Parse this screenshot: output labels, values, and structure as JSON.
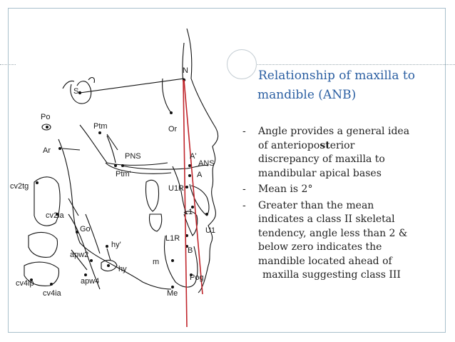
{
  "slide": {
    "title_line1": "Relationship of maxilla to",
    "title_line2": "mandible (ANB)",
    "bullets": [
      {
        "dash": "-",
        "lines": [
          "Angle provides a general idea",
          "of anteriopo",
          "st",
          "erior",
          "discrepancy of maxilla to",
          "mandibular apical bases"
        ]
      },
      {
        "dash": "-",
        "lines": [
          "Mean is 2°"
        ]
      },
      {
        "dash": "-",
        "lines": [
          "Greater than the mean",
          "indicates a class II skeletal",
          "tendency, angle less than 2 &",
          "below zero indicates the",
          "mandible located ahead of"
        ]
      }
    ],
    "final_line": "maxilla suggesting class III"
  },
  "figure": {
    "labels": {
      "S": "S",
      "N": "N",
      "Po": "Po",
      "Or": "Or",
      "Ptm": "Ptm",
      "Ar": "Ar",
      "PNS": "PNS",
      "Aprime": "A'",
      "ANS": "ANS",
      "A": "A",
      "Ptmprime": "Ptm'",
      "U1R": "U1R",
      "cv2tg": "cv2tg",
      "L1": "L1",
      "cv2ia": "cv2ia",
      "Go": "Go",
      "U1": "U1",
      "L1R": "L1R",
      "hyprime": "hy'",
      "B": "B",
      "apw2": "apw2",
      "hy": "hy",
      "m": "m",
      "cv4ip": "cv4ip",
      "apw4": "apw4",
      "Pog": "Pog",
      "cv4ia": "cv4ia",
      "Me": "Me"
    },
    "colors": {
      "ref_lines": "#c0262c",
      "tracing": "#111111",
      "title": "#2b5fa2"
    }
  }
}
